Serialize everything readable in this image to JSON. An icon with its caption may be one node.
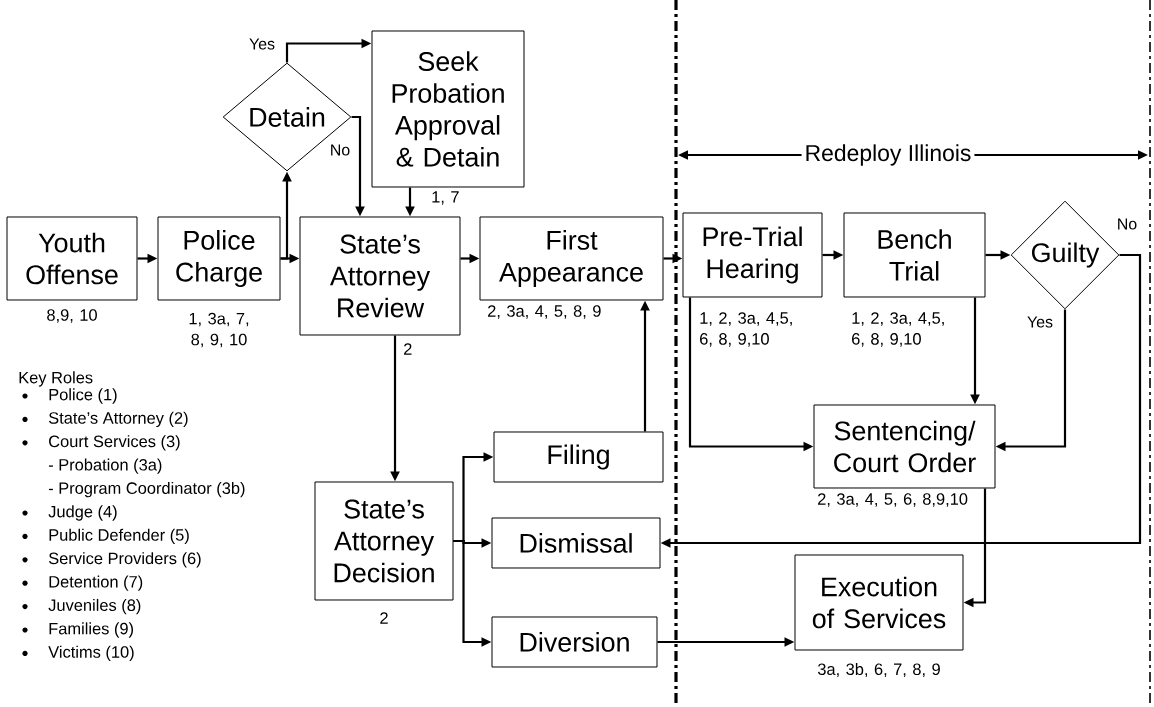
{
  "diagram": {
    "nodes": [
      {
        "text": [
          "Youth Offense"
        ],
        "beside": [
          "8,9, 10"
        ]
      },
      {
        "text": [
          "Police Charge"
        ],
        "beside": [
          "1, 3a, 7, 8, 9, 10"
        ]
      },
      {
        "text": [
          "Detain"
        ]
      },
      {
        "text": [
          "Seek Probation Approval & Detain"
        ],
        "beside": [
          "1, 7"
        ]
      },
      {
        "text": [
          "State’s Attorney Review"
        ],
        "beside": [
          "2"
        ]
      },
      {
        "text": [
          "First Appearance"
        ],
        "beside": [
          "2, 3a, 4, 5, 8, 9"
        ]
      },
      {
        "text": [
          "Pre-Trial Hearing"
        ],
        "beside": [
          "1, 2, 3a, 4,5, 6, 8, 9,10"
        ]
      },
      {
        "text": [
          "Bench Trial"
        ],
        "beside": [
          "1, 2, 3a, 4,5, 6, 8, 9,10"
        ]
      },
      {
        "text": [
          "Guilty"
        ]
      },
      {
        "text": [
          "Sentencing/ Court Order"
        ],
        "beside": [
          "2, 3a, 4, 5, 6, 8,9,10"
        ]
      },
      {
        "text": [
          "Filing"
        ]
      },
      {
        "text": [
          "State’s Attorney Decision"
        ],
        "beside": [
          "2"
        ]
      },
      {
        "text": [
          "Dismissal"
        ]
      },
      {
        "text": [
          "Diversion"
        ]
      },
      {
        "text": [
          "Execution of Services"
        ],
        "beside": [
          "3a, 3b, 6, 7, 8, 9"
        ]
      }
    ],
    "edges": [
      {
        "from": 0,
        "to": 1,
        "arrow": "to"
      },
      {
        "from": 1,
        "to": 4,
        "arrow": "to"
      },
      {
        "from": 1,
        "to": 2,
        "arrow": "to"
      },
      {
        "from": 2,
        "to": 3,
        "arrow": "to",
        "label": "Yes"
      },
      {
        "from": 2,
        "to": 4,
        "arrow": "to",
        "label": "No"
      },
      {
        "from": 3,
        "to": 4,
        "arrow": "to"
      },
      {
        "from": 4,
        "to": 5,
        "arrow": "to"
      },
      {
        "from": 5,
        "to": 6,
        "arrow": "to"
      },
      {
        "from": 6,
        "to": 7,
        "arrow": "to"
      },
      {
        "from": 7,
        "to": 8,
        "arrow": "to"
      },
      {
        "from": 4,
        "to": 11,
        "arrow": "to"
      },
      {
        "from": 11,
        "to": 10,
        "arrow": "to"
      },
      {
        "from": 11,
        "to": 12,
        "arrow": "to"
      },
      {
        "from": 11,
        "to": 13,
        "arrow": "to"
      },
      {
        "from": 10,
        "to": 5,
        "arrow": "to"
      },
      {
        "from": 6,
        "to": 9,
        "arrow": "to"
      },
      {
        "from": 7,
        "to": 9,
        "arrow": "to"
      },
      {
        "from": 8,
        "to": 9,
        "arrow": "to",
        "label": "Yes"
      },
      {
        "from": 8,
        "to": 12,
        "arrow": "to",
        "label": "No"
      },
      {
        "from": 9,
        "to": 14,
        "arrow": "to"
      },
      {
        "from": 13,
        "to": 14,
        "arrow": "to"
      }
    ],
    "labels": [
      "Key Roles",
      "Police (1)",
      "State’s Attorney (2)",
      "Court Services (3)",
      "- Probation (3a)",
      "- Program Coordinator (3b)",
      "Judge (4)",
      "Public Defender (5)",
      "Service Providers (6)",
      "Detention (7)",
      "Juveniles (8)",
      "Families (9)",
      "Victims (10)",
      "Redeploy Illinois"
    ]
  }
}
